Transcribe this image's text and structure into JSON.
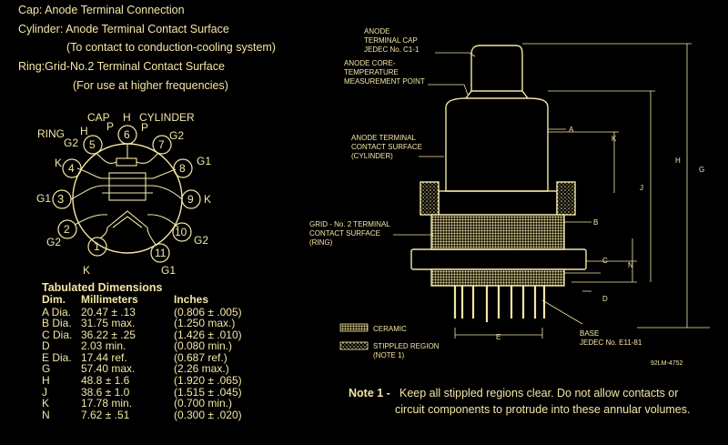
{
  "legend": [
    "Cap:  Anode Terminal Connection",
    "Cylinder: Anode Terminal Contact Surface",
    "(To contact to conduction-cooling system)",
    "Ring:Grid-No.2 Terminal Contact Surface",
    "(For use at higher frequencies)"
  ],
  "pinout": {
    "header_labels": [
      "CAP",
      "H",
      "CYLINDER",
      "RING",
      "H",
      "P",
      "P",
      "G2",
      "G2"
    ],
    "pins": [
      "1",
      "2",
      "3",
      "4",
      "5",
      "6",
      "7",
      "8",
      "9",
      "10",
      "11"
    ],
    "side_labels": [
      "K",
      "G1",
      "G2",
      "G1",
      "K",
      "G2",
      "K",
      "G1"
    ]
  },
  "table": {
    "title": "Tabulated Dimensions",
    "headers": [
      "Dim.",
      "Millimeters",
      "Inches"
    ],
    "rows": [
      [
        "A Dia.",
        "20.47 ± .13",
        "(0.806 ± .005)"
      ],
      [
        "B Dia.",
        "31.75 max.",
        "(1.250 max.)"
      ],
      [
        "C Dia.",
        "36.22 ± .25",
        "(1.426 ± .010)"
      ],
      [
        "D",
        "2.03  min.",
        "(0.080 min.)"
      ],
      [
        "E Dia.",
        "17.44 ref.",
        "(0.687 ref.)"
      ],
      [
        "G",
        "57.40 max.",
        "(2.26 max.)"
      ],
      [
        "H",
        "48.8  ± 1.6",
        "(1.920 ± .065)"
      ],
      [
        "J",
        "38.6 ± 1.0",
        "(1.515 ± .045)"
      ],
      [
        "K",
        "17.78 min.",
        "(0.700 min.)"
      ],
      [
        "N",
        "7.62  ± .51",
        "(0.300 ± .020)"
      ]
    ]
  },
  "drawing": {
    "cap_label": [
      "ANODE",
      "TERMINAL CAP",
      "JEDEC No. C1-1"
    ],
    "core_label": [
      "ANODE CORE-",
      "TEMPERATURE",
      "MEASUREMENT POINT"
    ],
    "cylinder_label": [
      "ANODE TERMINAL",
      "CONTACT SURFACE",
      "(CYLINDER)"
    ],
    "ring_label": [
      "GRID - No. 2 TERMINAL",
      "CONTACT SURFACE",
      "(RING)"
    ],
    "ceramic": "CERAMIC",
    "stippled": [
      "STIPPLED REGION",
      "(NOTE 1)"
    ],
    "base": [
      "BASE",
      "JEDEC No. E11-81"
    ],
    "dims": [
      "A",
      "B",
      "C",
      "D",
      "E",
      "G",
      "H",
      "J",
      "K",
      "N"
    ],
    "code": "92LM-4752"
  },
  "note": {
    "label": "Note 1 -",
    "line1": "Keep all stippled regions clear. Do not allow contacts or",
    "line2": "circuit components to protrude into these annular volumes."
  },
  "colors": {
    "ink": "#f3e6a6",
    "background": "#000000"
  }
}
